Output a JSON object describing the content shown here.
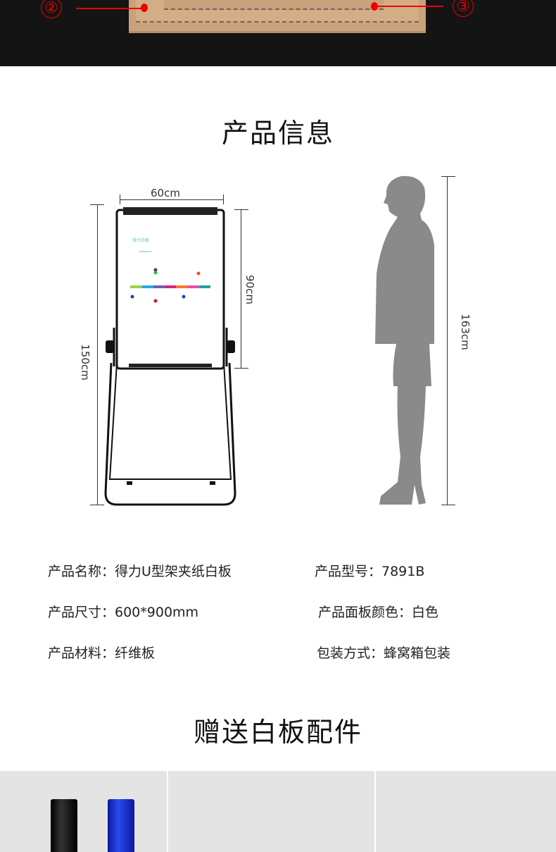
{
  "header_image": {
    "callouts": [
      "②",
      "③"
    ],
    "colors": {
      "background": "#141414",
      "callout": "#e00000",
      "box": "#c9a27c"
    }
  },
  "section1": {
    "title": "产品信息"
  },
  "diagram": {
    "width_label": "60cm",
    "height_label": "150cm",
    "board_height_label": "90cm",
    "person_height_label": "163cm",
    "board_heading": "得力白板",
    "board_tag": "Whiteboard",
    "timeline_colors": [
      "#9bd04a",
      "#2aa8e0",
      "#6a5fb8",
      "#d6247a",
      "#f07a2a",
      "#e84fae",
      "#1aa59a"
    ]
  },
  "specs": {
    "name": "产品名称：得力U型架夹纸白板",
    "model": "产品型号：7891B",
    "size": "产品尺寸：600*900mm",
    "color": "产品面板颜色：白色",
    "material": "产品材料：纤维板",
    "packaging": "包装方式：蜂窝箱包装"
  },
  "section2": {
    "title": "赠送白板配件"
  },
  "accessories": {
    "marker_colors": [
      "#111111",
      "#1a2fd0"
    ]
  }
}
